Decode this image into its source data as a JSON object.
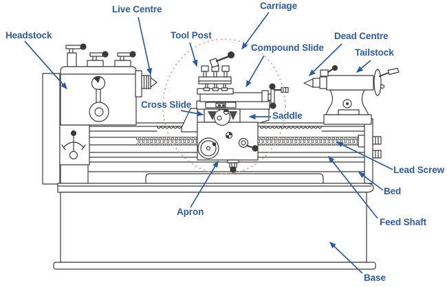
{
  "figure": {
    "type": "labeled-diagram",
    "subject": "Centre lathe parts diagram"
  },
  "colors": {
    "label_text": "#2b5aa8",
    "arrow": "#2b5aa8",
    "ink": "#3a3a3a",
    "highlight_circle": "#e88a8a",
    "background": "#ffffff"
  },
  "labels": {
    "headstock": "Headstock",
    "live_centre": "Live Centre",
    "tool_post": "Tool Post",
    "carriage": "Carriage",
    "compound_slide": "Compound Slide",
    "dead_centre": "Dead Centre",
    "tailstock": "Tailstock",
    "cross_slide": "Cross Slide",
    "saddle": "Saddle",
    "lead_screw": "Lead Screw",
    "bed": "Bed",
    "feed_shaft": "Feed Shaft",
    "apron": "Apron",
    "base": "Base"
  }
}
